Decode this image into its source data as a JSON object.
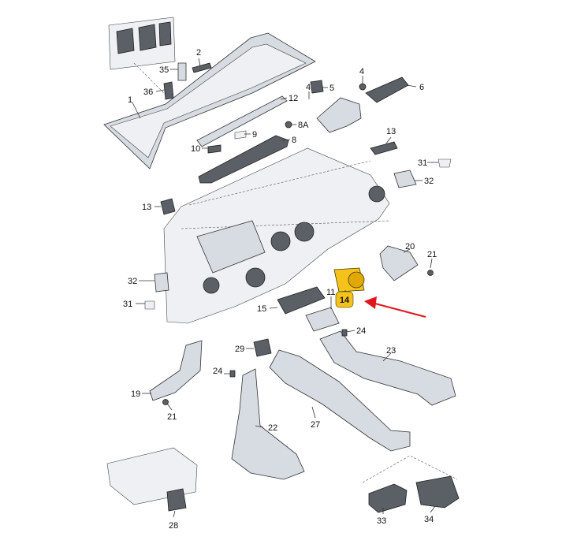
{
  "labels": {
    "p1": "1",
    "p2": "2",
    "p4": "4",
    "p5": "5",
    "p6": "6",
    "p8": "8",
    "p8a": "8A",
    "p9": "9",
    "p10": "10",
    "p11": "11",
    "p12": "12",
    "p13a": "13",
    "p13b": "13",
    "p14": "14",
    "p15": "15",
    "p19": "19",
    "p20": "20",
    "p21a": "21",
    "p21b": "21",
    "p22": "22",
    "p23": "23",
    "p24a": "24",
    "p24b": "24",
    "p27": "27",
    "p28": "28",
    "p29": "29",
    "p31a": "31",
    "p31b": "31",
    "p32a": "32",
    "p32b": "32",
    "p33": "33",
    "p34": "34",
    "p35": "35",
    "p36": "36"
  },
  "colors": {
    "highlight": "#f5c21b",
    "arrow": "#e0161e"
  }
}
